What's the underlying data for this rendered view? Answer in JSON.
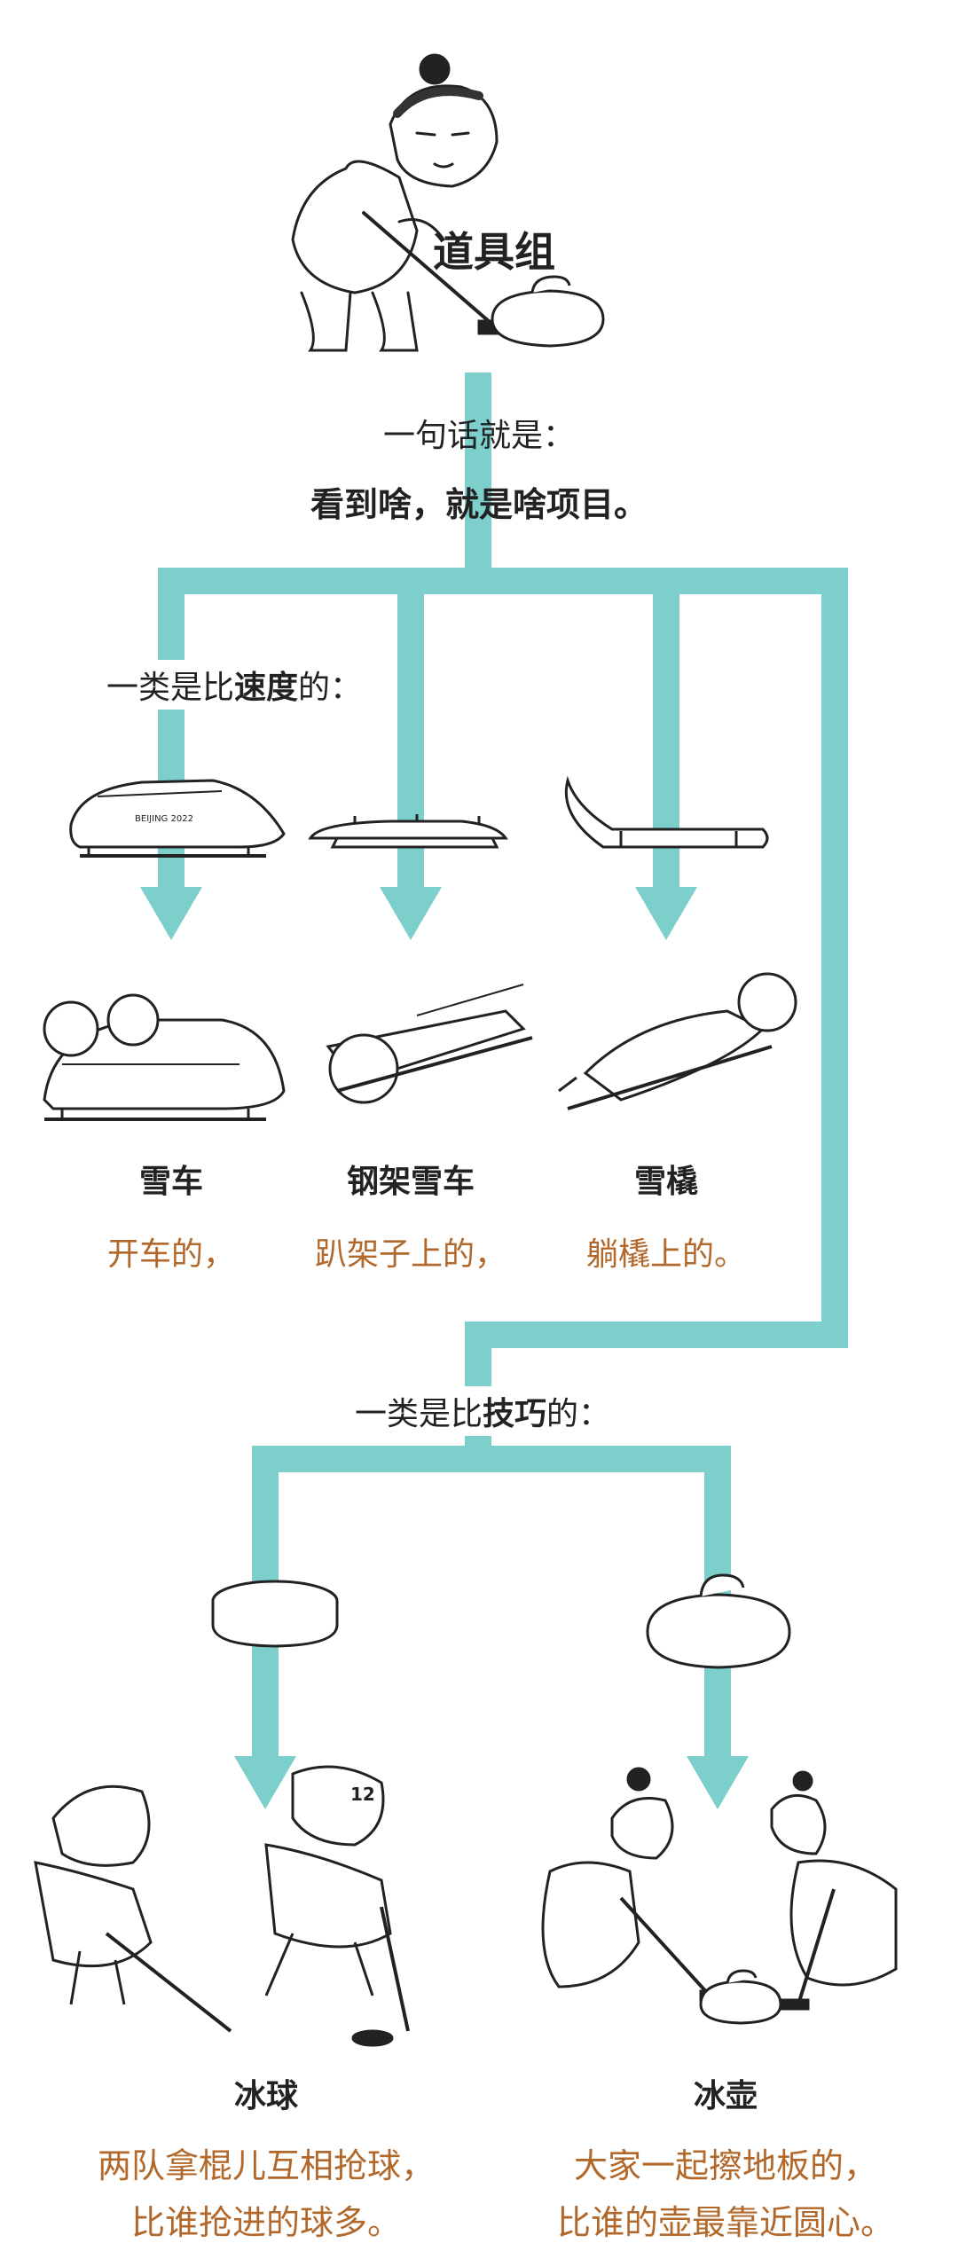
{
  "colors": {
    "teal": "#7ccfcb",
    "ink": "#222222",
    "desc": "#b2682a"
  },
  "top": {
    "title": "道具组",
    "intro_line1": "一句话就是：",
    "intro_line2": "看到啥，就是啥项目。"
  },
  "speed": {
    "cat_prefix": "一类是比",
    "cat_bold": "速度",
    "cat_suffix": "的：",
    "items": [
      {
        "name": "雪车",
        "desc": "开车的，",
        "icon": "bobsled-icon"
      },
      {
        "name": "钢架雪车",
        "desc": "趴架子上的，",
        "icon": "skeleton-sled-icon"
      },
      {
        "name": "雪橇",
        "desc": "躺橇上的。",
        "icon": "luge-icon"
      }
    ]
  },
  "skill": {
    "cat_prefix": "一类是比",
    "cat_bold": "技巧",
    "cat_suffix": "的：",
    "items": [
      {
        "name": "冰球",
        "desc_line1": "两队拿棍儿互相抢球，",
        "desc_line2": "比谁抢进的球多。",
        "icon": "hockey-puck-icon"
      },
      {
        "name": "冰壶",
        "desc_line1": "大家一起擦地板的，",
        "desc_line2": "比谁的壶最靠近圆心。",
        "icon": "curling-stone-icon"
      }
    ]
  },
  "illustration_labels": {
    "bobsled_text": "BEIJING 2022",
    "helmet_number": "12"
  }
}
